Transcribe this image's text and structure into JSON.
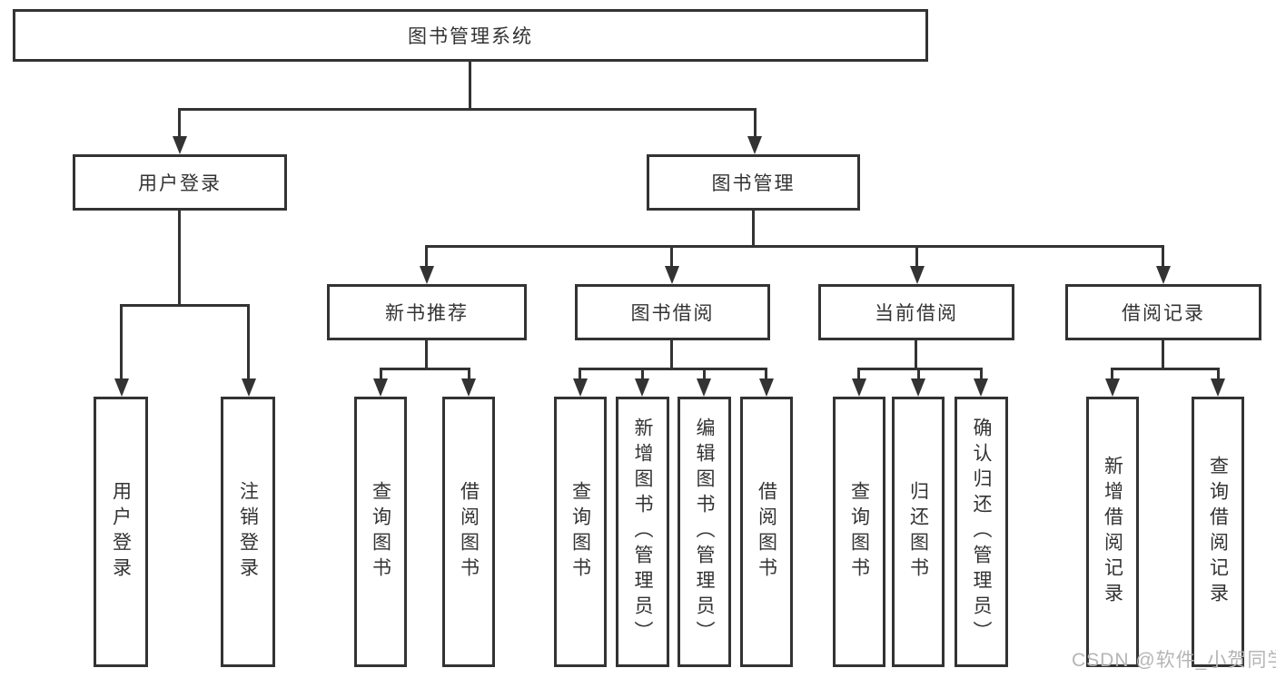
{
  "nodes": {
    "root": "图书管理系统",
    "user_login": "用户登录",
    "book_mgmt": "图书管理",
    "new_books": "新书推荐",
    "book_borrow": "图书借阅",
    "current_borrow": "当前借阅",
    "borrow_records": "借阅记录",
    "user_leaves": [
      "用户登录",
      "注销登录"
    ],
    "new_books_leaves": [
      "查询图书",
      "借阅图书"
    ],
    "book_borrow_leaves": [
      "查询图书",
      "新增图书（管理员）",
      "编辑图书（管理员）",
      "借阅图书"
    ],
    "current_borrow_leaves": [
      "查询图书",
      "归还图书",
      "确认归还（管理员）"
    ],
    "records_leaves": [
      "新增借阅记录",
      "查询借阅记录"
    ]
  },
  "watermark": "CSDN @软件_小贺同学",
  "colors": {
    "line": "#333333",
    "text": "#333333",
    "watermark": "#b5b5b5",
    "background": "#ffffff"
  }
}
